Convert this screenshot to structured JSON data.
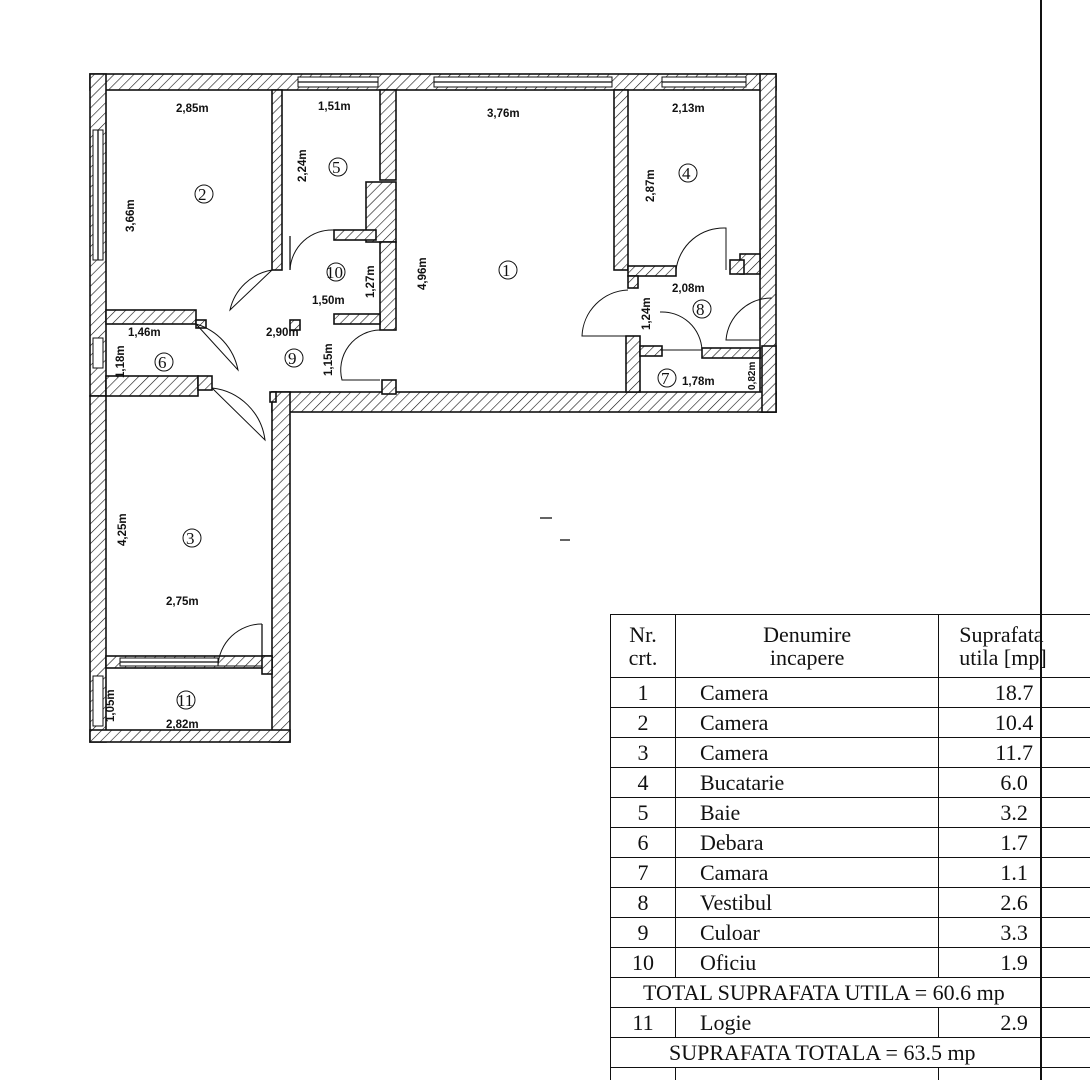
{
  "floor_plan": {
    "dimensions": {
      "d_285": "2,85m",
      "d_366": "3,66m",
      "d_151": "1,51m",
      "d_224": "2,24m",
      "d_376": "3,76m",
      "d_496": "4,96m",
      "d_213": "2,13m",
      "d_287": "2,87m",
      "d_127": "1,27m",
      "d_150": "1,50m",
      "d_290": "2,90m",
      "d_115": "1,15m",
      "d_146": "1,46m",
      "d_118": "1,18m",
      "d_208": "2,08m",
      "d_124": "1,24m",
      "d_178": "1,78m",
      "d_082": "0,82m",
      "d_425": "4,25m",
      "d_275": "2,75m",
      "d_105": "1,05m",
      "d_282": "2,82m"
    },
    "room_numbers": [
      "1",
      "2",
      "3",
      "4",
      "5",
      "6",
      "7",
      "8",
      "9",
      "10",
      "11"
    ]
  },
  "legend": {
    "header": {
      "nr": [
        "Nr.",
        "crt."
      ],
      "name": [
        "Denumire",
        "incapere"
      ],
      "area": [
        "Suprafata",
        "utila [mp]"
      ]
    },
    "rows": [
      {
        "nr": "1",
        "name": "Camera",
        "area": "18.7"
      },
      {
        "nr": "2",
        "name": "Camera",
        "area": "10.4"
      },
      {
        "nr": "3",
        "name": "Camera",
        "area": "11.7"
      },
      {
        "nr": "4",
        "name": "Bucatarie",
        "area": "6.0"
      },
      {
        "nr": "5",
        "name": "Baie",
        "area": "3.2"
      },
      {
        "nr": "6",
        "name": "Debara",
        "area": "1.7"
      },
      {
        "nr": "7",
        "name": "Camara",
        "area": "1.1"
      },
      {
        "nr": "8",
        "name": "Vestibul",
        "area": "2.6"
      },
      {
        "nr": "9",
        "name": "Culoar",
        "area": "3.3"
      },
      {
        "nr": "10",
        "name": "Oficiu",
        "area": "1.9"
      }
    ],
    "total_utila": "TOTAL SUPRAFATA UTILA = 60.6 mp",
    "logie": {
      "nr": "11",
      "name": "Logie",
      "area": "2.9"
    },
    "total": "SUPRAFATA TOTALA = 63.5 mp"
  }
}
